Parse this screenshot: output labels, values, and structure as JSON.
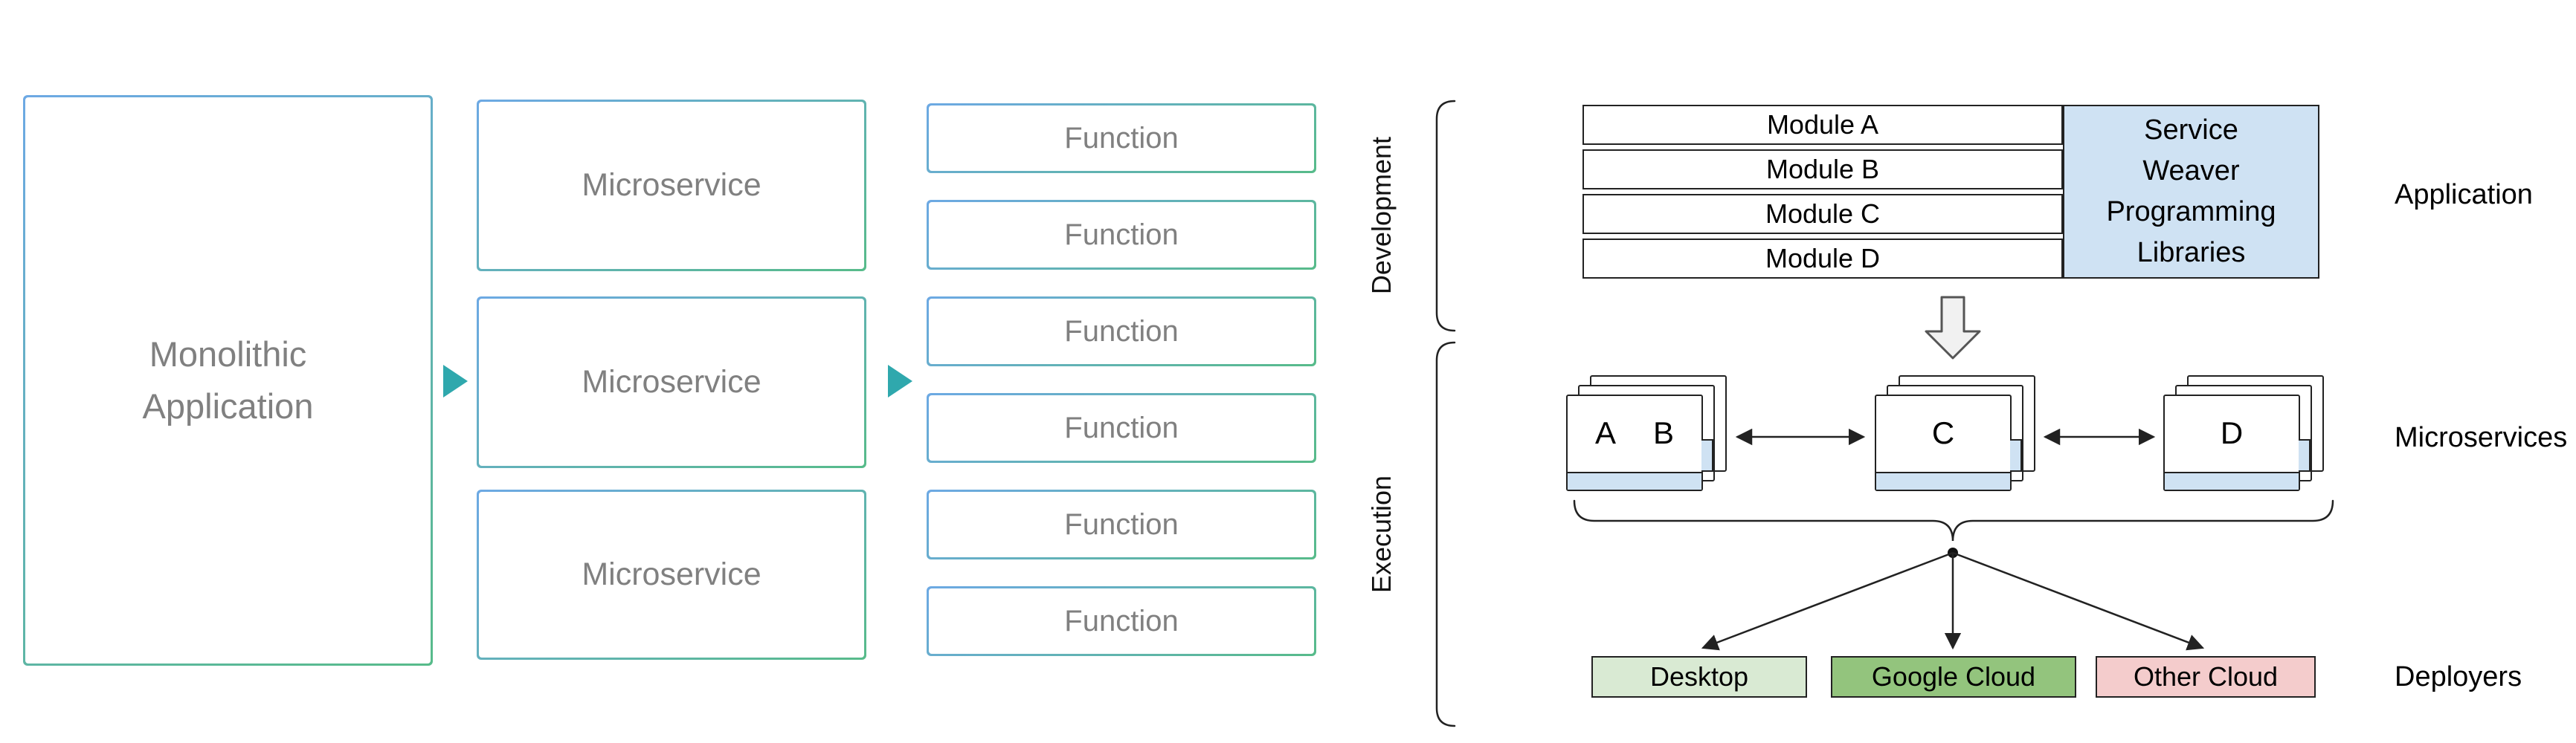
{
  "left": {
    "monolith": "Monolithic\nApplication",
    "microservices": [
      "Microservice",
      "Microservice",
      "Microservice"
    ],
    "functions": [
      "Function",
      "Function",
      "Function",
      "Function",
      "Function",
      "Function"
    ],
    "gradient": {
      "from": "#6da9e4",
      "to": "#57bb8a"
    },
    "arrow_color": "#2fa8ad",
    "text_color": "#808080"
  },
  "right": {
    "sections": {
      "development": "Development",
      "execution": "Execution"
    },
    "modules": [
      "Module A",
      "Module B",
      "Module C",
      "Module D"
    ],
    "libraries": "Service\nWeaver\nProgramming\nLibraries",
    "library_box_color": "#cfe2f3",
    "card_footer_color": "#cfe2f3",
    "labels": {
      "application": "Application",
      "microservices": "Microservices",
      "deployers": "Deployers"
    },
    "stacks": [
      {
        "letters": [
          "A",
          "B"
        ]
      },
      {
        "letters": [
          "C"
        ]
      },
      {
        "letters": [
          "D"
        ]
      }
    ],
    "deployers": [
      {
        "label": "Desktop",
        "color": "#d9ead3"
      },
      {
        "label": "Google Cloud",
        "color": "#93c47d"
      },
      {
        "label": "Other Cloud",
        "color": "#f4cccc"
      }
    ]
  }
}
